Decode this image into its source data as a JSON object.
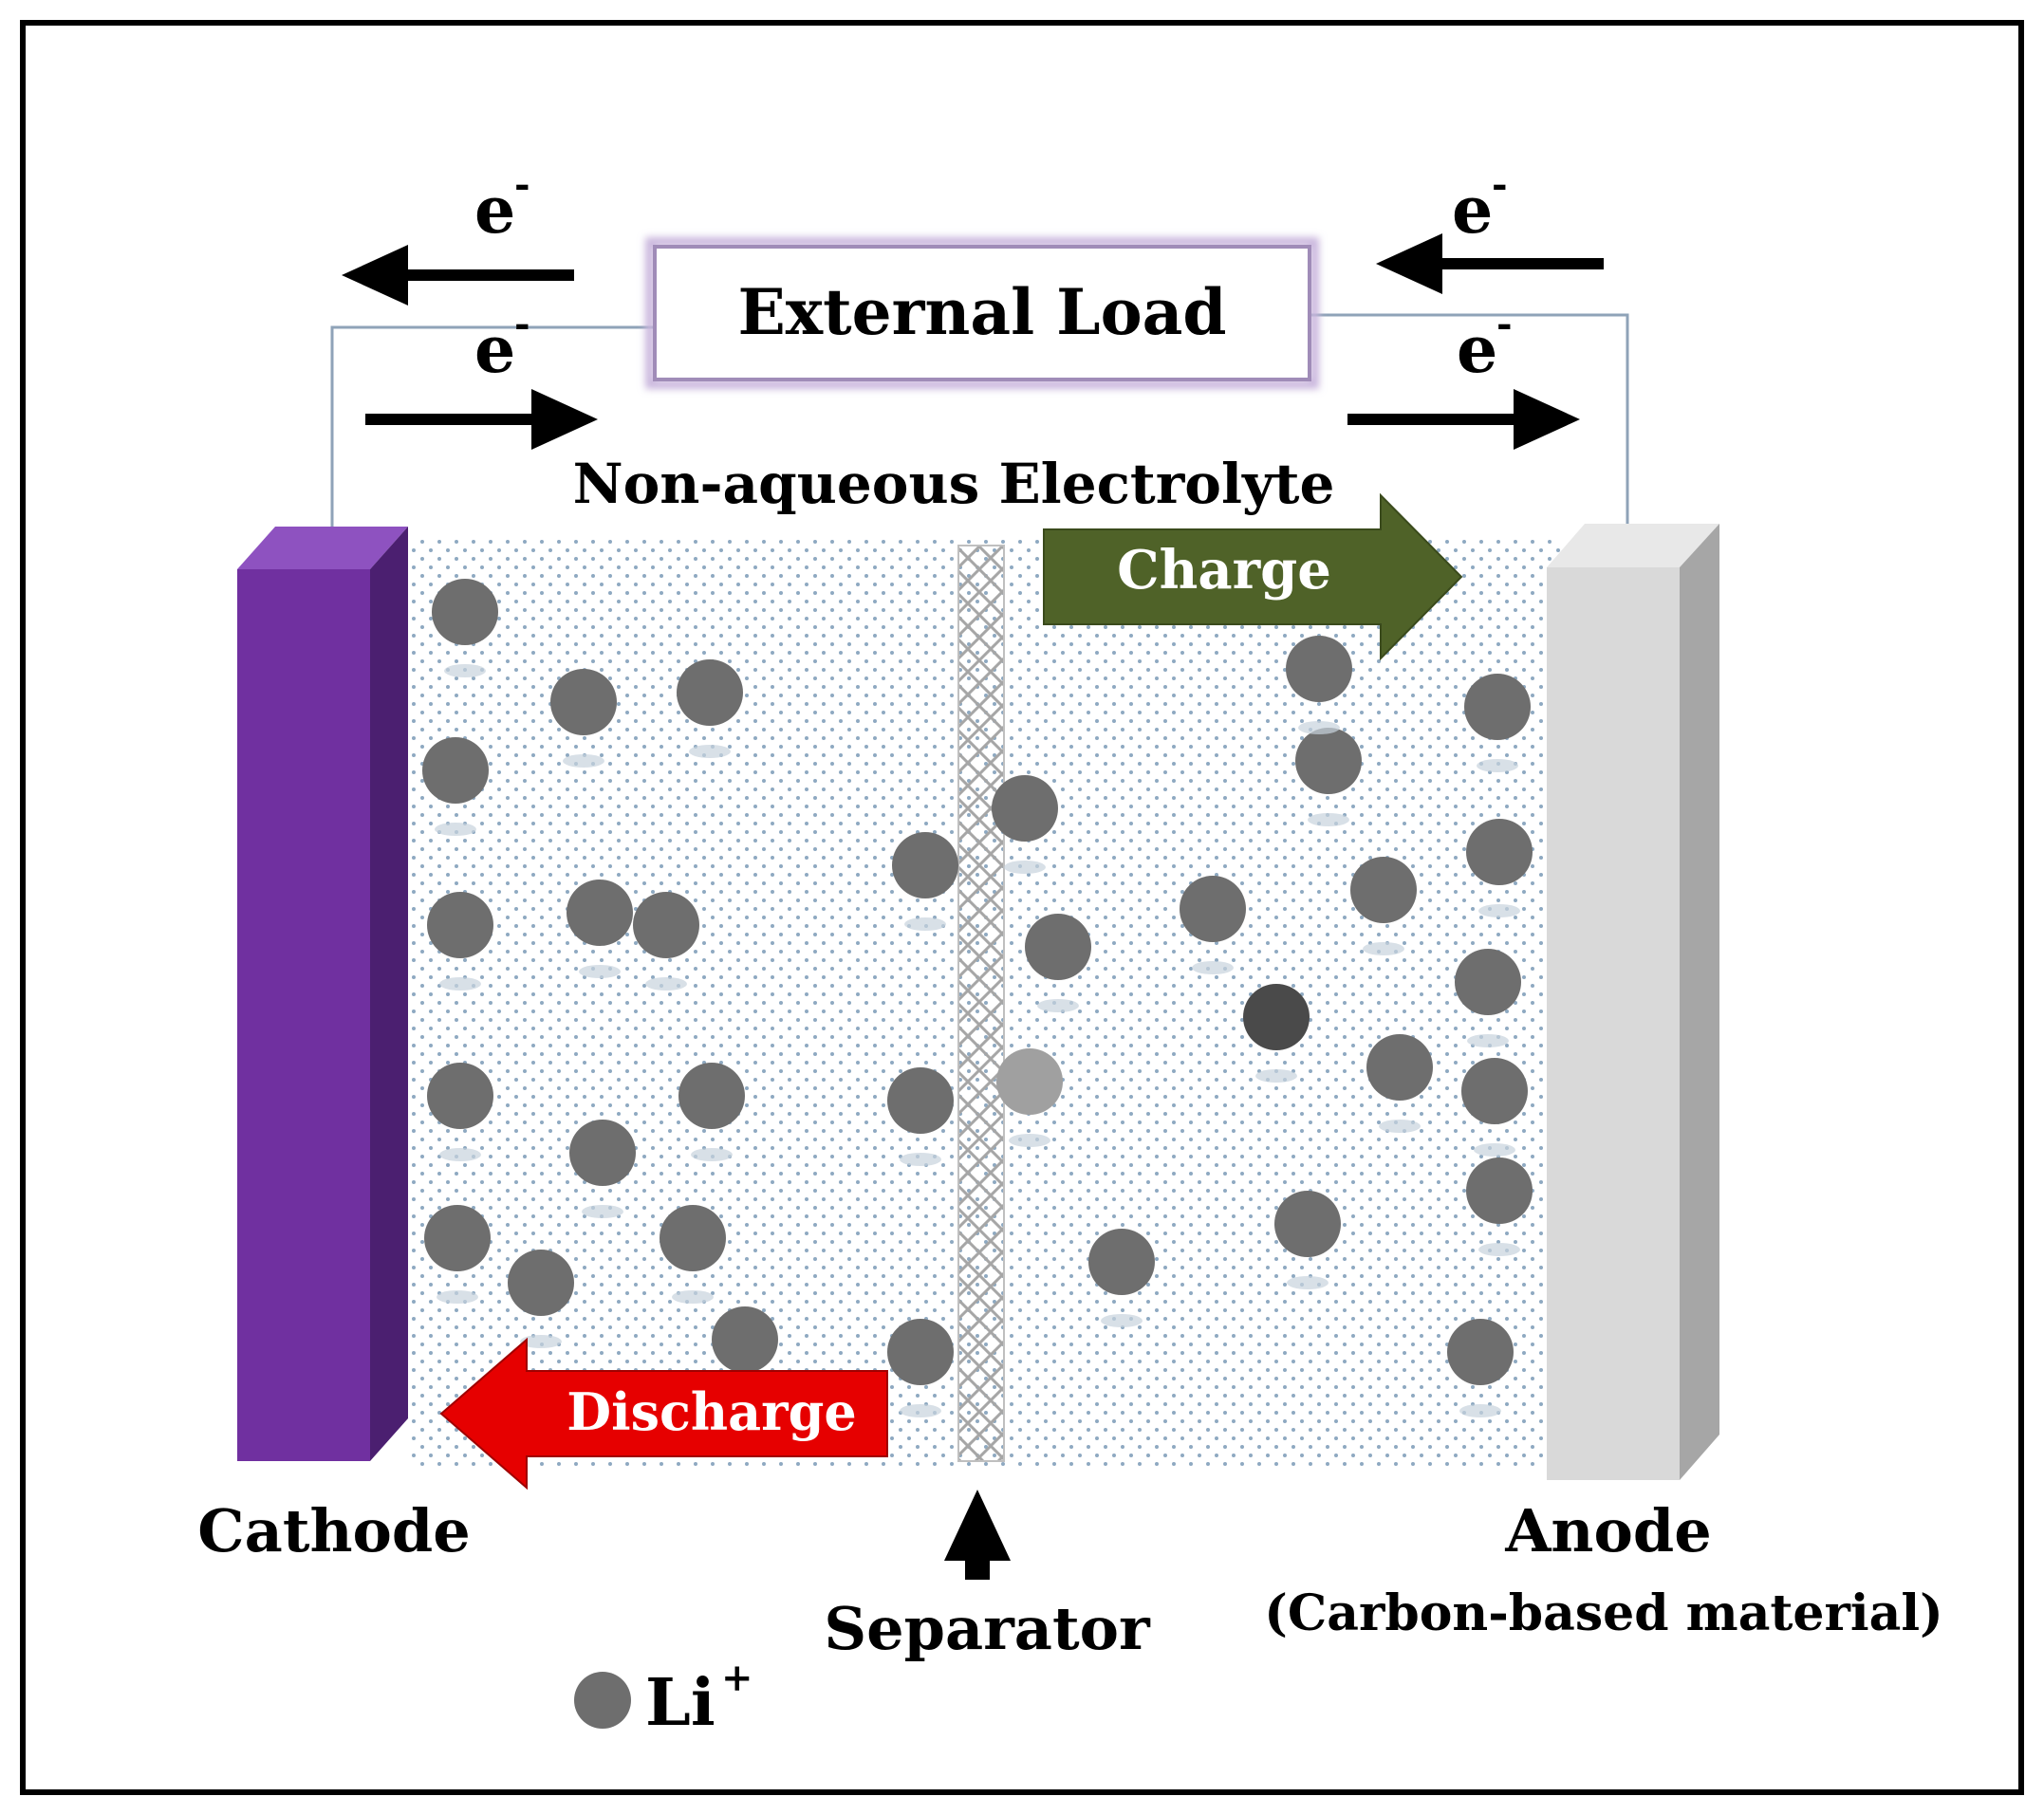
{
  "labels": {
    "external_load": "External Load",
    "electrolyte": "Non-aqueous Electrolyte",
    "charge": "Charge",
    "discharge": "Discharge",
    "cathode": "Cathode",
    "anode": "Anode",
    "anode_material": "(Carbon-based material)",
    "separator": "Separator",
    "electron": "e",
    "electron_charge": "-",
    "ion_symbol": "Li",
    "ion_charge": "+"
  },
  "colors": {
    "cathode": "#7030a0",
    "anode": "#d9d9d9",
    "charge_arrow": "#4f6228",
    "discharge_arrow": "#e60000",
    "ion": "#6e6e6e",
    "electrolyte_dots": "#8ea9c1",
    "load_border": "#b4a0c8",
    "wire": "#8fa3b8"
  },
  "icons": {
    "ion": "gray-circle",
    "separator": "crosshatch-membrane"
  }
}
